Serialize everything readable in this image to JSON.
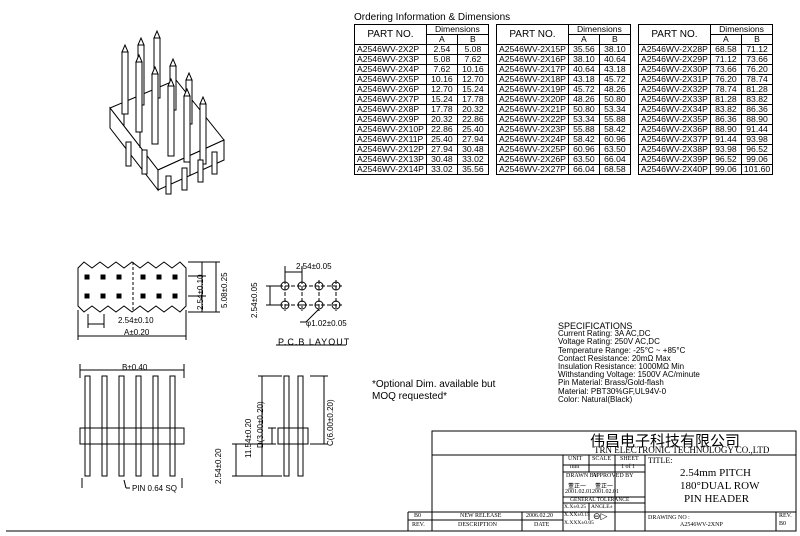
{
  "ordering": {
    "title": "Ordering Information & Dimensions",
    "header": {
      "part_no": "PART NO.",
      "dimensions": "Dimensions",
      "a": "A",
      "b": "B"
    },
    "columns": [
      [
        [
          "A2546WV-2X2P",
          "2.54",
          "5.08"
        ],
        [
          "A2546WV-2X3P",
          "5.08",
          "7.62"
        ],
        [
          "A2546WV-2X4P",
          "7.62",
          "10.16"
        ],
        [
          "A2546WV-2X5P",
          "10.16",
          "12.70"
        ],
        [
          "A2546WV-2X6P",
          "12.70",
          "15.24"
        ],
        [
          "A2546WV-2X7P",
          "15.24",
          "17.78"
        ],
        [
          "A2546WV-2X8P",
          "17.78",
          "20.32"
        ],
        [
          "A2546WV-2X9P",
          "20.32",
          "22.86"
        ],
        [
          "A2546WV-2X10P",
          "22.86",
          "25.40"
        ],
        [
          "A2546WV-2X11P",
          "25.40",
          "27.94"
        ],
        [
          "A2546WV-2X12P",
          "27.94",
          "30.48"
        ],
        [
          "A2546WV-2X13P",
          "30.48",
          "33.02"
        ],
        [
          "A2546WV-2X14P",
          "33.02",
          "35.56"
        ]
      ],
      [
        [
          "A2546WV-2X15P",
          "35.56",
          "38.10"
        ],
        [
          "A2546WV-2X16P",
          "38.10",
          "40.64"
        ],
        [
          "A2546WV-2X17P",
          "40.64",
          "43.18"
        ],
        [
          "A2546WV-2X18P",
          "43.18",
          "45.72"
        ],
        [
          "A2546WV-2X19P",
          "45.72",
          "48.26"
        ],
        [
          "A2546WV-2X20P",
          "48.26",
          "50.80"
        ],
        [
          "A2546WV-2X21P",
          "50.80",
          "53.34"
        ],
        [
          "A2546WV-2X22P",
          "53.34",
          "55.88"
        ],
        [
          "A2546WV-2X23P",
          "55.88",
          "58.42"
        ],
        [
          "A2546WV-2X24P",
          "58.42",
          "60.96"
        ],
        [
          "A2546WV-2X25P",
          "60.96",
          "63.50"
        ],
        [
          "A2546WV-2X26P",
          "63.50",
          "66.04"
        ],
        [
          "A2546WV-2X27P",
          "66.04",
          "68.58"
        ]
      ],
      [
        [
          "A2546WV-2X28P",
          "68.58",
          "71.12"
        ],
        [
          "A2546WV-2X29P",
          "71.12",
          "73.66"
        ],
        [
          "A2546WV-2X30P",
          "73.66",
          "76.20"
        ],
        [
          "A2546WV-2X31P",
          "76.20",
          "78.74"
        ],
        [
          "A2546WV-2X32P",
          "78.74",
          "81.28"
        ],
        [
          "A2546WV-2X33P",
          "81.28",
          "83.82"
        ],
        [
          "A2546WV-2X34P",
          "83.82",
          "86.36"
        ],
        [
          "A2546WV-2X35P",
          "86.36",
          "88.90"
        ],
        [
          "A2546WV-2X36P",
          "88.90",
          "91.44"
        ],
        [
          "A2546WV-2X37P",
          "91.44",
          "93.98"
        ],
        [
          "A2546WV-2X38P",
          "93.98",
          "96.52"
        ],
        [
          "A2546WV-2X39P",
          "96.52",
          "99.06"
        ],
        [
          "A2546WV-2X40P",
          "99.06",
          "101.60"
        ]
      ]
    ]
  },
  "dims": {
    "pitch_a": "2.54±0.10",
    "a_tol": "A±0.20",
    "side_254": "2.54±0.10",
    "side_508": "5.08±0.25",
    "pcb_pitch_top": "2.54±0.05",
    "pcb_pitch_left": "2.54±0.05",
    "hole": "φ1.02±0.05",
    "pcb_layout": "P.C.B LAYOUT",
    "b_tol": "B±0.40",
    "pin_sq": "PIN 0.64 SQ",
    "h_1154": "11.54±0.20",
    "d_dim": "D(3.00±0.20)",
    "c_dim": "C(6.00±0.20)",
    "h_254": "2.54±0.20"
  },
  "note": {
    "line1": "*Optional Dim. available but",
    "line2": "MOQ requested*"
  },
  "specs": {
    "title": "SPECIFICATIONS",
    "lines": [
      "Current Rating: 3A AC,DC",
      "Voltage Rating: 250V AC,DC",
      "Temperature Range: -25°C ~ +85°C",
      "Contact Resistance: 20mΩ Max",
      "Insulation Resistance: 1000MΩ Min",
      "Withstanding Voltage: 1500V AC/minute",
      "Pin Material: Brass/Gold-flash",
      "Material: PBT30%GF,UL94V-0",
      "Color: Natural(Black)"
    ]
  },
  "title_block": {
    "company_cn": "伟昌电子科技有限公司",
    "company_en": "TRN ELECTRONIC TECHNOLOGY CO.,LTD",
    "unit": "UNIT",
    "scale": "SCALE",
    "sheet": "SHEET",
    "unit_val": "mm",
    "sheet_val": "1 of 1",
    "title_label": "TITLE:",
    "title_lines": [
      "2.54mm PITCH",
      "180°DUAL ROW",
      "PIN HEADER"
    ],
    "drawn_by": "DRAWN BY",
    "approved_by": "APPROVED BY",
    "drawn_name": "董正一",
    "approved_name": "董正一",
    "drawn_date": "2001.02.01",
    "approved_date": "2001.02.01",
    "general_tolerance": "GENERAL TOLERANCE",
    "tol_lines": [
      "X.X±0.25",
      "X.XX±0.15",
      "X.XXX±0.05"
    ],
    "angle": "ANGLE±",
    "drawing_no_label": "DRAWING NO :",
    "drawing_no": "A2546WV-2XNP",
    "rev_label": "REV.",
    "rev_val": "B0",
    "rev_row": {
      "rev": "B0",
      "desc": "NEW RELEASE",
      "date": "2006.02.20"
    },
    "rev_headers": {
      "rev": "REV.",
      "desc": "DESCRIPTION",
      "date": "DATE"
    }
  }
}
